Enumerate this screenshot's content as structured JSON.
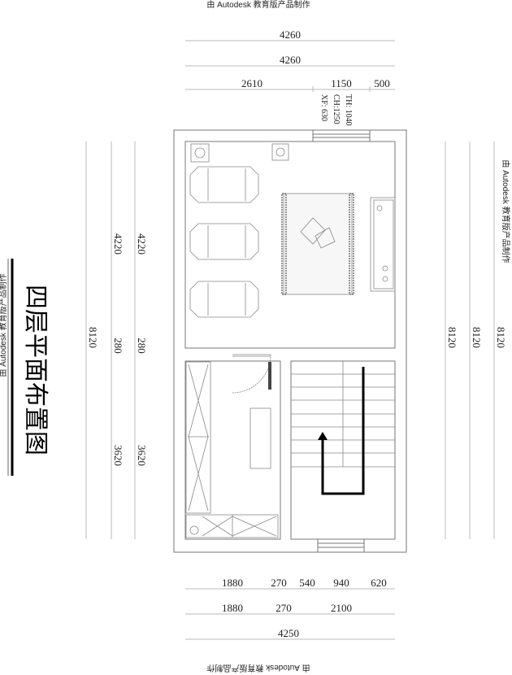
{
  "watermark": "由 Autodesk 教育版产品制作",
  "title": "四层平面布置图",
  "top_dims": {
    "row1": "4260",
    "row2": "4260",
    "row3": [
      "2610",
      "1150",
      "500"
    ],
    "notes": [
      "TH: 1040",
      "CH:1250",
      "XF: 630"
    ]
  },
  "left_dims": {
    "outer": "8120",
    "inner1": [
      "4220",
      "280",
      "3620"
    ],
    "inner2": [
      "4220",
      "280",
      "3620"
    ]
  },
  "right_dims": [
    "8120",
    "8120",
    "8120"
  ],
  "bottom_dims": {
    "row1": [
      "1880",
      "270",
      "540",
      "940",
      "620"
    ],
    "row2": [
      "1880",
      "270",
      "2100"
    ],
    "row3": "4250"
  }
}
